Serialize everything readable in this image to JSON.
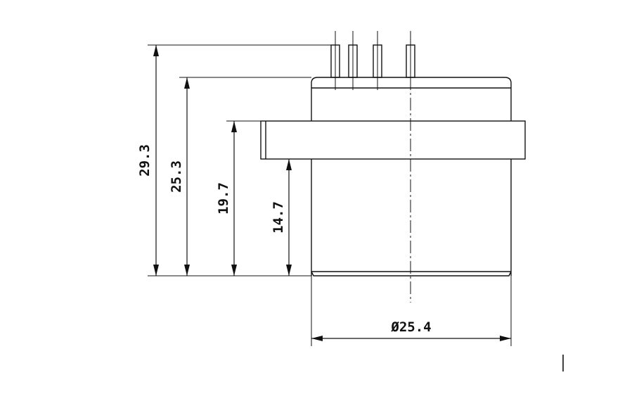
{
  "drawing": {
    "dimensions": {
      "total_height": "29.3",
      "body_height": "25.3",
      "flange_top_height": "19.7",
      "flange_bottom_height": "14.7",
      "diameter": "Ø25.4"
    },
    "pin_count": 4
  }
}
